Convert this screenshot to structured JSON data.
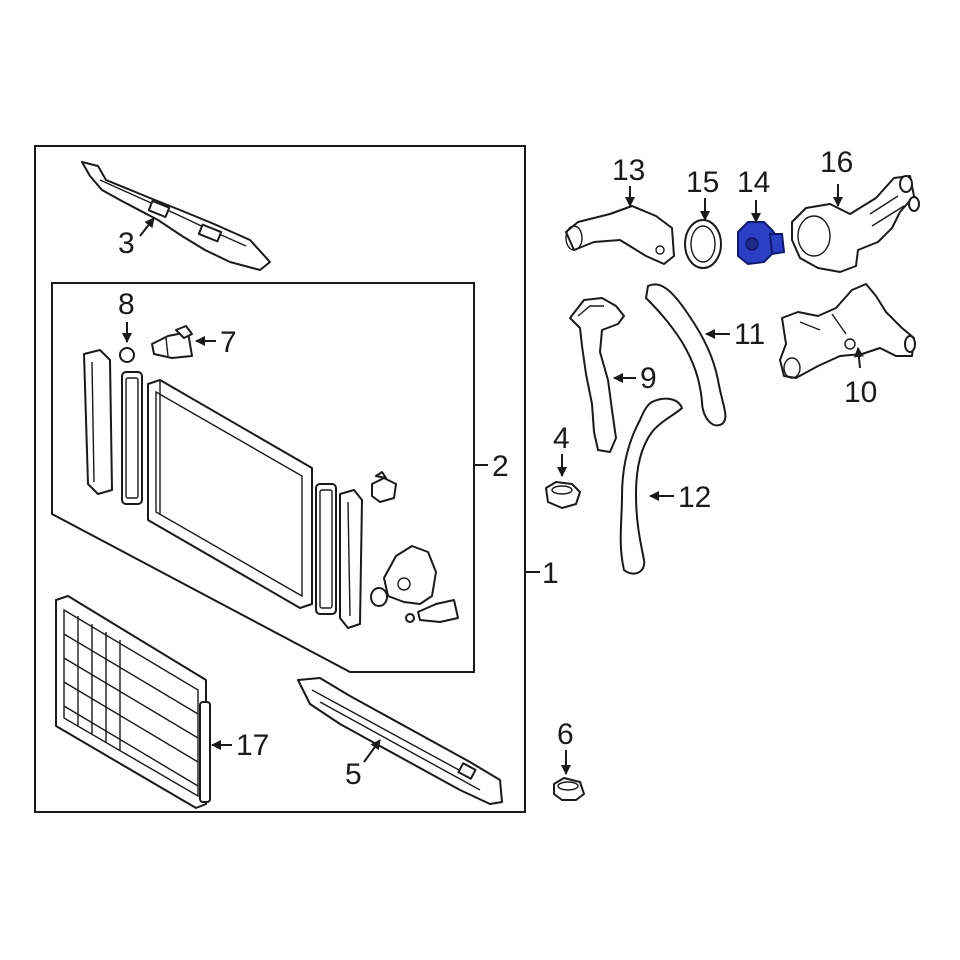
{
  "diagram": {
    "highlight_color": "#2b3fc4",
    "callouts": {
      "c1": "1",
      "c2": "2",
      "c3": "3",
      "c4": "4",
      "c5": "5",
      "c6": "6",
      "c7": "7",
      "c8": "8",
      "c9": "9",
      "c10": "10",
      "c11": "11",
      "c12": "12",
      "c13": "13",
      "c14": "14",
      "c15": "15",
      "c16": "16",
      "c17": "17"
    }
  }
}
